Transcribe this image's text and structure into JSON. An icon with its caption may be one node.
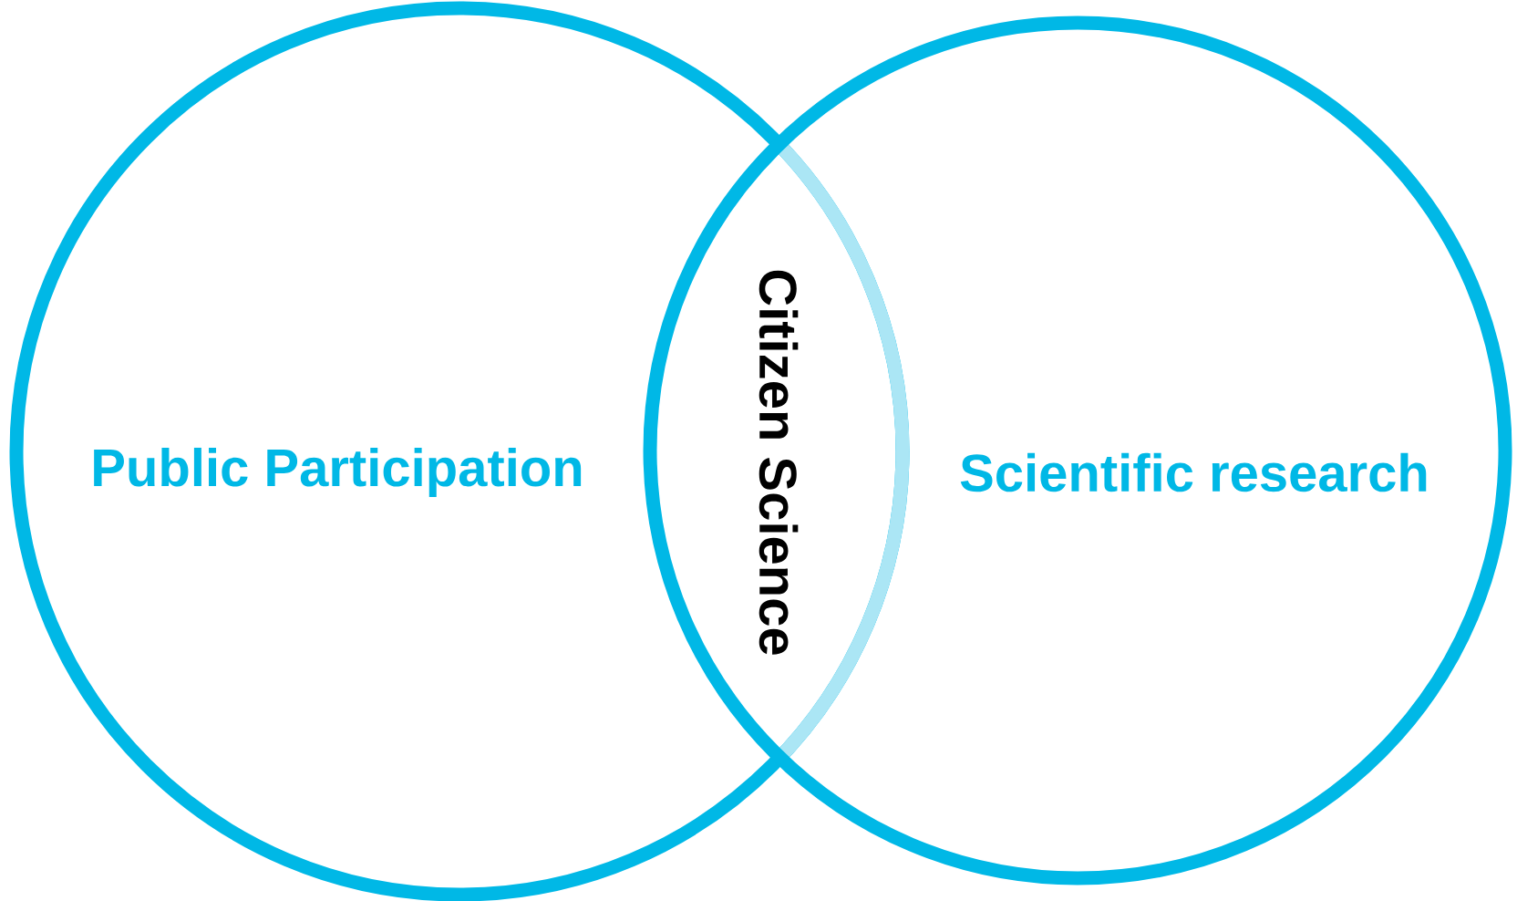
{
  "diagram": {
    "nodes": [
      {
        "text": [
          "Public Participation"
        ]
      },
      {
        "text": [
          "Scientific research"
        ]
      }
    ],
    "labels": [
      "Citizen Science"
    ]
  }
}
